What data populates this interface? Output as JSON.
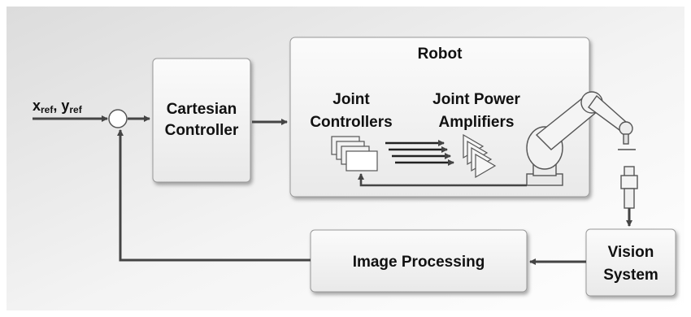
{
  "diagram": {
    "input": {
      "x_main": "x",
      "x_sub": "ref",
      "sep": ", ",
      "y_main": "y",
      "y_sub": "ref"
    },
    "cartesian_controller": {
      "line1": "Cartesian",
      "line2": "Controller"
    },
    "robot": {
      "title": "Robot",
      "joint_controllers": {
        "line1": "Joint",
        "line2": "Controllers"
      },
      "joint_power_amplifiers": {
        "line1": "Joint Power",
        "line2": "Amplifiers"
      }
    },
    "vision_system": {
      "line1": "Vision",
      "line2": "System"
    },
    "image_processing": {
      "label": "Image Processing"
    }
  }
}
